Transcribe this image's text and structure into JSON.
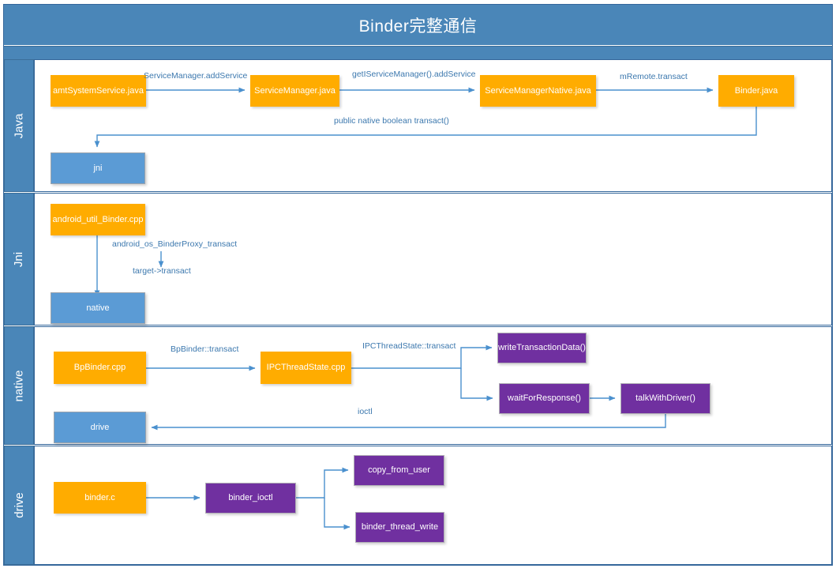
{
  "header": {
    "title": "Binder完整通信"
  },
  "colors": {
    "header_blue": "#4A86B8",
    "orange": "#FFAC00",
    "blue": "#5B9BD5",
    "purple": "#7030A0",
    "connector": "#4A90CE",
    "label_text": "#3C78AE"
  },
  "lanes": [
    {
      "id": "java",
      "label": "Java"
    },
    {
      "id": "jni",
      "label": "Jni"
    },
    {
      "id": "native",
      "label": "native"
    },
    {
      "id": "drive",
      "label": "drive"
    }
  ],
  "nodes": {
    "amt_system_service": "amtSystemService.java",
    "service_manager": "ServiceManager.java",
    "service_manager_native": "ServiceManagerNative.java",
    "binder_java": "Binder.java",
    "jni": "jni",
    "android_util_binder": "android_util_Binder.cpp",
    "native": "native",
    "bp_binder": "BpBinder.cpp",
    "ipc_thread_state": "IPCThreadState.cpp",
    "write_transaction_data": "writeTransactionData()",
    "wait_for_response": "waitForResponse()",
    "talk_with_driver": "talkWithDriver()",
    "drive": "drive",
    "binder_c": "binder.c",
    "binder_ioctl": "binder_ioctl",
    "copy_from_user": "copy_from_user",
    "binder_thread_write": "binder_thread_write"
  },
  "edge_labels": {
    "service_manager_add_service": "ServiceManager.addService",
    "get_service_manager_add_service": "getIServiceManager().addService",
    "m_remote_transact": "mRemote.transact",
    "public_native_boolean_transact": "public native boolean transact()",
    "android_os_binderproxy_transact": "android_os_BinderProxy_transact",
    "target_transact": "target->transact",
    "bpbinder_transact": "BpBinder::transact",
    "ipcthreadstate_transact": "IPCThreadState::transact",
    "ioctl": "ioctl"
  }
}
